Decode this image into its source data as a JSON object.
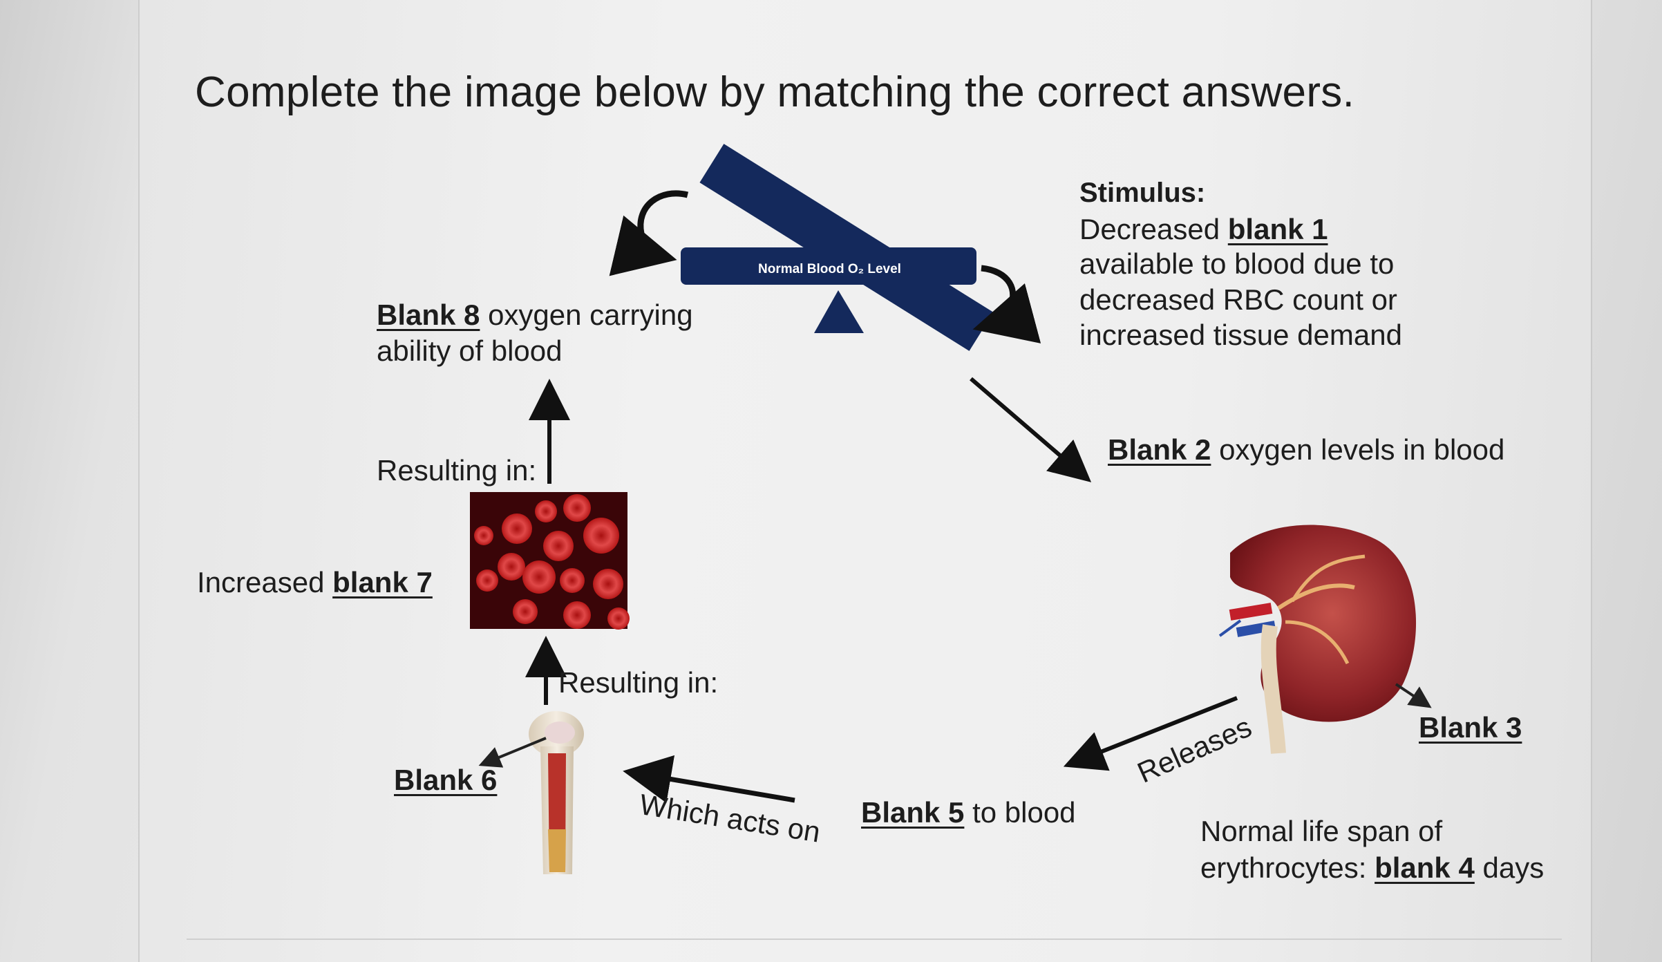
{
  "title": "Complete the image below by matching the correct answers.",
  "balance_label": "Normal Blood O₂ Level",
  "stimulus": {
    "heading": "Stimulus:",
    "line1_pre": "Decreased ",
    "line1_blank": "blank 1",
    "line2": "available to blood due to",
    "line3": "decreased RBC count or",
    "line4": "increased tissue demand"
  },
  "blank2": {
    "blank": "Blank 2",
    "text": " oxygen levels in blood"
  },
  "blank3": {
    "blank": "Blank 3"
  },
  "lifespan": {
    "line1": "Normal life span of",
    "line2_pre": "erythrocytes: ",
    "blank": "blank 4",
    "line2_post": " days"
  },
  "releases": "Releases",
  "blank5": {
    "blank": "Blank 5",
    "text": " to blood"
  },
  "which_acts_on": "Which acts on",
  "blank6": {
    "blank": "Blank 6"
  },
  "resulting_lower": "Resulting in:",
  "blank7": {
    "pre": "Increased ",
    "blank": "blank 7"
  },
  "resulting_upper": "Resulting in:",
  "blank8": {
    "blank": "Blank 8",
    "line1_post": " oxygen carrying",
    "line2": "ability of blood"
  },
  "colors": {
    "navy": "#13295a",
    "blood": "#b01c1c",
    "dark_red": "#3a0508",
    "kidney": "#9a2c2c"
  }
}
